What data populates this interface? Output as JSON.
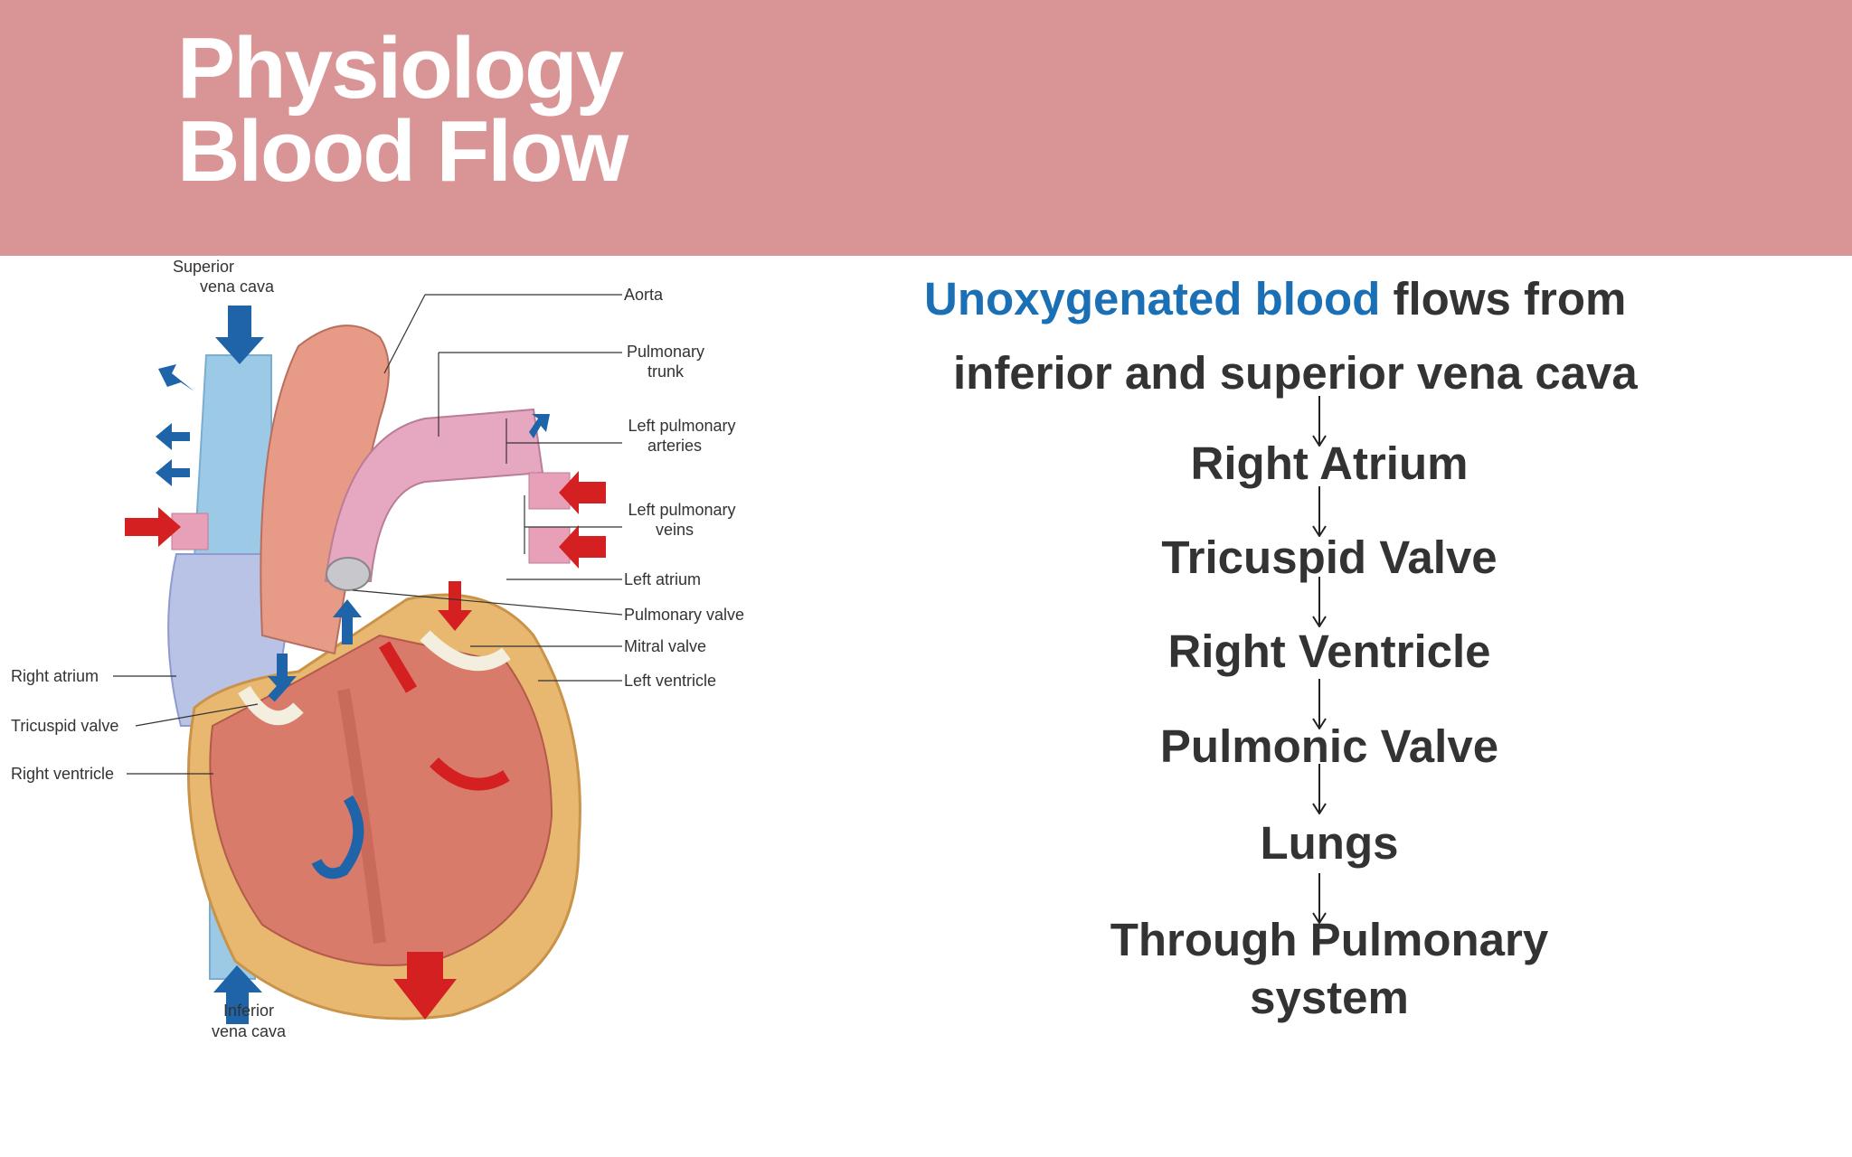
{
  "slide": {
    "title_line1": "Physiology",
    "title_line2": "Blood Flow"
  },
  "diagram": {
    "labels": {
      "superior_vena_cava": [
        "Superior",
        "vena cava"
      ],
      "aorta": "Aorta",
      "pulmonary_trunk": [
        "Pulmonary",
        "trunk"
      ],
      "left_pulmonary_arteries": [
        "Left pulmonary",
        "arteries"
      ],
      "left_pulmonary_veins": [
        "Left pulmonary",
        "veins"
      ],
      "left_atrium": "Left atrium",
      "pulmonary_valve": "Pulmonary valve",
      "mitral_valve": "Mitral valve",
      "left_ventricle": "Left ventricle",
      "right_atrium": "Right atrium",
      "tricuspid_valve": "Tricuspid valve",
      "right_ventricle": "Right ventricle",
      "inferior_vena_cava": [
        "Inferior",
        "vena cava"
      ]
    }
  },
  "flow": {
    "intro_highlight": "Unoxygenated blood",
    "intro_rest": " flows from",
    "intro_line2": "inferior and superior vena cava",
    "steps": [
      "Right Atrium",
      "Tricuspid Valve",
      "Right Ventricle",
      "Pulmonic Valve",
      "Lungs",
      "Through Pulmonary",
      "system"
    ]
  },
  "colors": {
    "banner": "#d99595",
    "highlight": "#1a6fb5",
    "text": "#333333"
  }
}
